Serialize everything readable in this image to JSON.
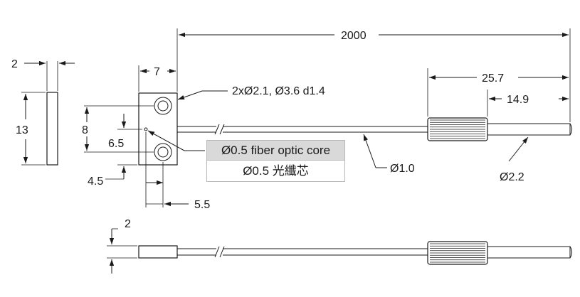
{
  "dimensions": {
    "total_length": "2000",
    "side_thickness": "2",
    "side_height": "13",
    "block_width": "7",
    "hole_spacing": "8",
    "core_offset": "6.5",
    "bottom_offset": "4.5",
    "hole_x": "5.5",
    "holes_spec": "2xØ2.1, Ø3.6 d1.4",
    "sleeve_length": "25.7",
    "sleeve_end": "14.9",
    "fiber_diameter": "Ø1.0",
    "sleeve_diameter": "Ø2.2",
    "bottom_thickness": "2"
  },
  "callout": {
    "line1": "Ø0.5 fiber optic core",
    "line2": "Ø0.5 光纖芯"
  }
}
